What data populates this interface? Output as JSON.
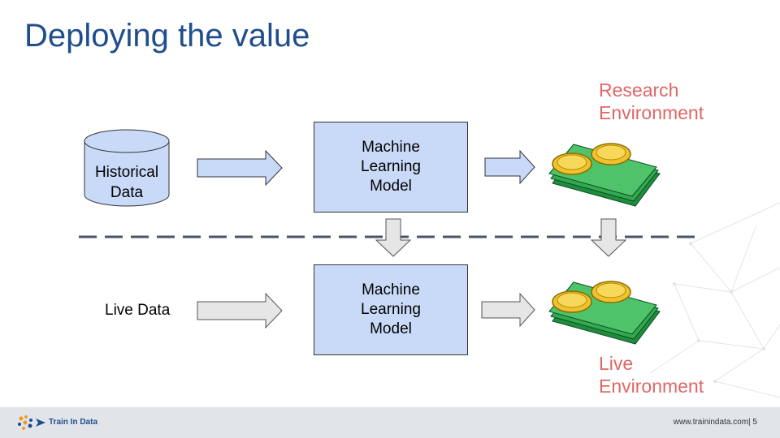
{
  "slide": {
    "title": "Deploying the value",
    "research_env_label": "Research\nEnvironment",
    "live_env_label": "Live\nEnvironment"
  },
  "diagram": {
    "historical_data": "Historical\nData",
    "ml_model_top": "Machine\nLearning\nModel",
    "ml_model_bottom": "Machine\nLearning\nModel",
    "live_data": "Live Data",
    "colors": {
      "box_fill": "#c9daf8",
      "arrow_fill": "#c9daf8",
      "gray_arrow_fill": "#e6e6e6",
      "accent_red": "#e06666",
      "title_blue": "#1f4e8c"
    }
  },
  "footer": {
    "brand": "Train In Data",
    "url_page": "www.trainindata.com| 5"
  },
  "icons": [
    "database-cylinder-icon",
    "money-coins-icon",
    "train-in-data-logo-icon"
  ]
}
